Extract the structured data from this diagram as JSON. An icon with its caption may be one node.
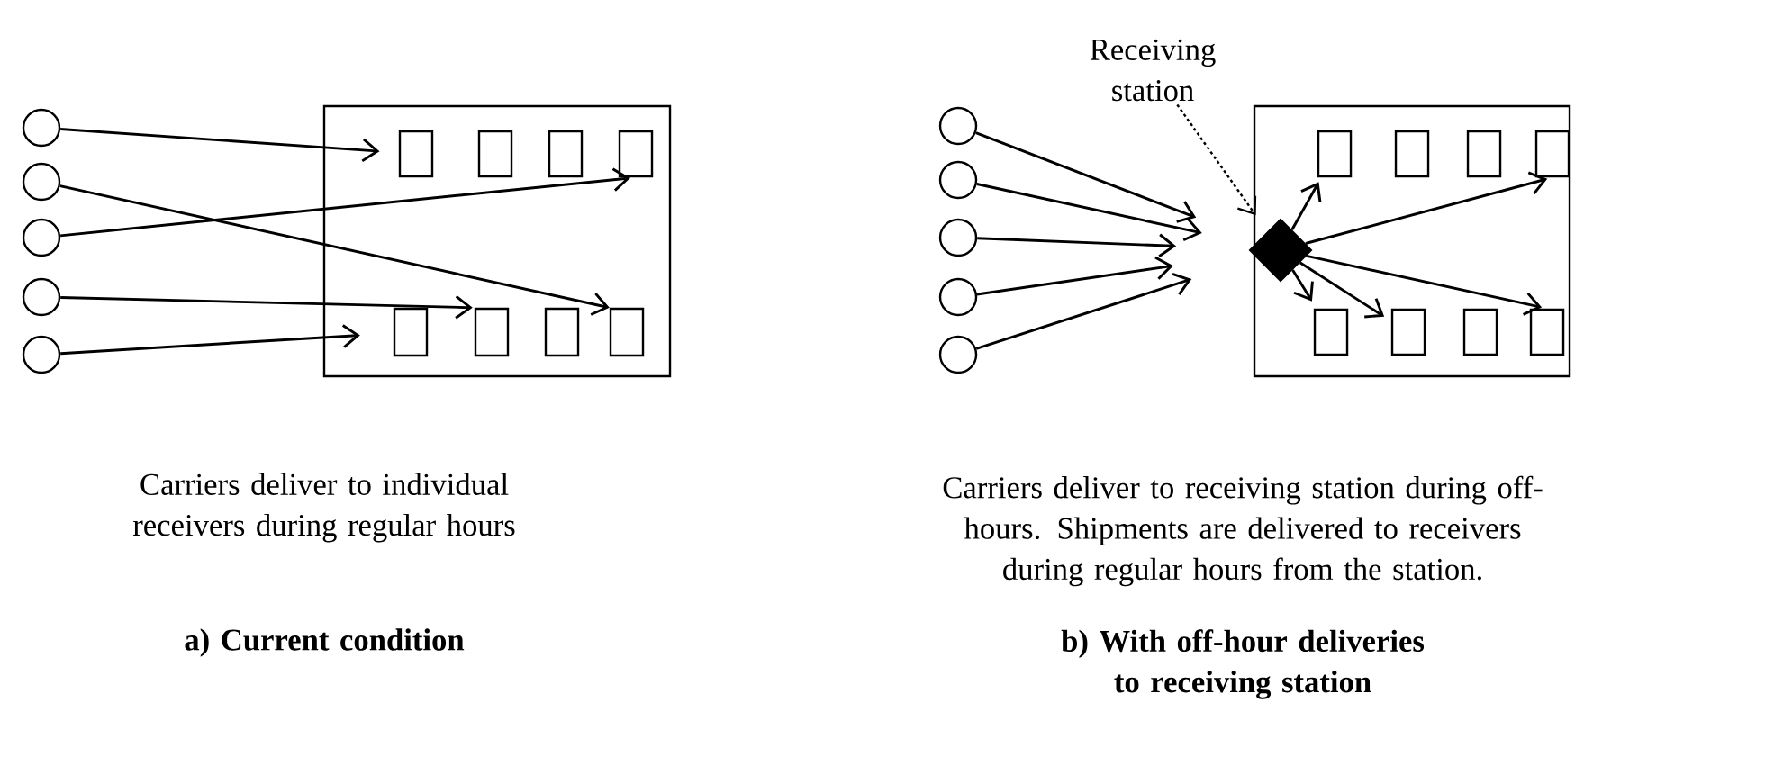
{
  "diagram": {
    "nodes": [
      {
        "text": [],
        "shape": "circle"
      },
      {
        "text": [],
        "shape": "circle"
      },
      {
        "text": [],
        "shape": "circle"
      },
      {
        "text": [],
        "shape": "circle"
      },
      {
        "text": [],
        "shape": "circle"
      },
      {
        "text": [],
        "shape": "box"
      },
      {
        "text": [],
        "shape": "box",
        "in": 5
      },
      {
        "text": [],
        "shape": "box",
        "in": 5
      },
      {
        "text": [],
        "shape": "box",
        "in": 5
      },
      {
        "text": [],
        "shape": "box",
        "in": 5
      },
      {
        "text": [],
        "shape": "box",
        "in": 5
      },
      {
        "text": [],
        "shape": "box",
        "in": 5
      },
      {
        "text": [],
        "shape": "box",
        "in": 5
      },
      {
        "text": [],
        "shape": "box",
        "in": 5
      },
      {
        "text": [],
        "shape": "circle"
      },
      {
        "text": [],
        "shape": "circle"
      },
      {
        "text": [],
        "shape": "circle"
      },
      {
        "text": [],
        "shape": "circle"
      },
      {
        "text": [],
        "shape": "circle"
      },
      {
        "text": [],
        "shape": "box"
      },
      {
        "text": [],
        "shape": "diamond",
        "in": 19
      },
      {
        "text": [],
        "shape": "box",
        "in": 19
      },
      {
        "text": [],
        "shape": "box",
        "in": 19
      },
      {
        "text": [],
        "shape": "box",
        "in": 19
      },
      {
        "text": [],
        "shape": "box",
        "in": 19
      },
      {
        "text": [],
        "shape": "box",
        "in": 19
      },
      {
        "text": [],
        "shape": "box",
        "in": 19
      },
      {
        "text": [],
        "shape": "box",
        "in": 19
      },
      {
        "text": [],
        "shape": "box",
        "in": 19
      },
      {
        "text": [
          "Receiving station"
        ]
      }
    ],
    "edges": [
      {
        "from": 0,
        "to": 6,
        "arrow": "to"
      },
      {
        "from": 1,
        "to": 13,
        "arrow": "to"
      },
      {
        "from": 2,
        "to": 9,
        "arrow": "to"
      },
      {
        "from": 3,
        "to": 11,
        "arrow": "to"
      },
      {
        "from": 4,
        "to": 10,
        "arrow": "to"
      },
      {
        "from": 14,
        "to": 20,
        "arrow": "to"
      },
      {
        "from": 15,
        "to": 20,
        "arrow": "to"
      },
      {
        "from": 16,
        "to": 20,
        "arrow": "to"
      },
      {
        "from": 17,
        "to": 20,
        "arrow": "to"
      },
      {
        "from": 18,
        "to": 20,
        "arrow": "to"
      },
      {
        "from": 20,
        "to": 21,
        "arrow": "to"
      },
      {
        "from": 20,
        "to": 24,
        "arrow": "to"
      },
      {
        "from": 20,
        "to": 25,
        "arrow": "to"
      },
      {
        "from": 20,
        "to": 26,
        "arrow": "to"
      },
      {
        "from": 20,
        "to": 28,
        "arrow": "to"
      },
      {
        "from": 29,
        "to": 20,
        "arrow": "to",
        "style": "dashed"
      }
    ],
    "labels": [
      "Carriers deliver to individual receivers during regular hours",
      "Carriers deliver to receiving station during off-hours. Shipments are delivered to receivers during regular hours from the station.",
      "a) Current condition",
      "b) With off-hour deliveries to receiving station"
    ]
  }
}
